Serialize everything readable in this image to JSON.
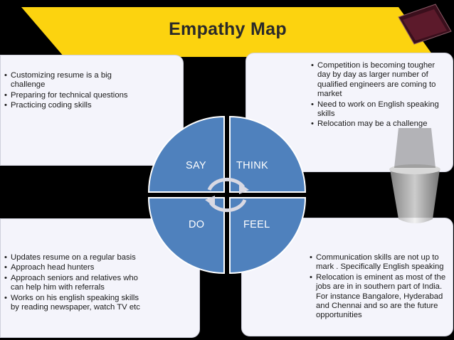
{
  "title": "Empathy Map",
  "colors": {
    "banner": "#fcd30f",
    "quadrant_fill": "#4f81bd",
    "quadrant_stroke": "#ffffff",
    "box_fill": "#f4f4fb",
    "background": "#000000"
  },
  "quadrants": {
    "say": {
      "label": "SAY",
      "bullets": [
        "Customizing resume is a big challenge",
        "Preparing for technical questions",
        "Practicing coding skills"
      ]
    },
    "think": {
      "label": "THINK",
      "bullets": [
        "Competition is becoming tougher day by day as larger number of qualified engineers are coming to market",
        "Need to work on English speaking skills",
        "Relocation may be a challenge"
      ]
    },
    "do": {
      "label": "DO",
      "bullets": [
        "Updates resume on a regular basis",
        "Approach head hunters",
        "Approach seniors and relatives who can help him with referrals",
        "Works on his english speaking skills by reading newspaper, watch TV etc"
      ]
    },
    "feel": {
      "label": "FEEL",
      "bullets": [
        "Communication skills are not up to mark . Specifically English speaking",
        "Relocation is eminent as most of the jobs are in in southern part of India. For instance Bangalore, Hyderabad and Chennai and so are the future opportunities"
      ]
    }
  },
  "icons": {
    "center": "cycle-arrows-icon",
    "decoration": "cup-icon",
    "card": "tilted-card-icon"
  }
}
